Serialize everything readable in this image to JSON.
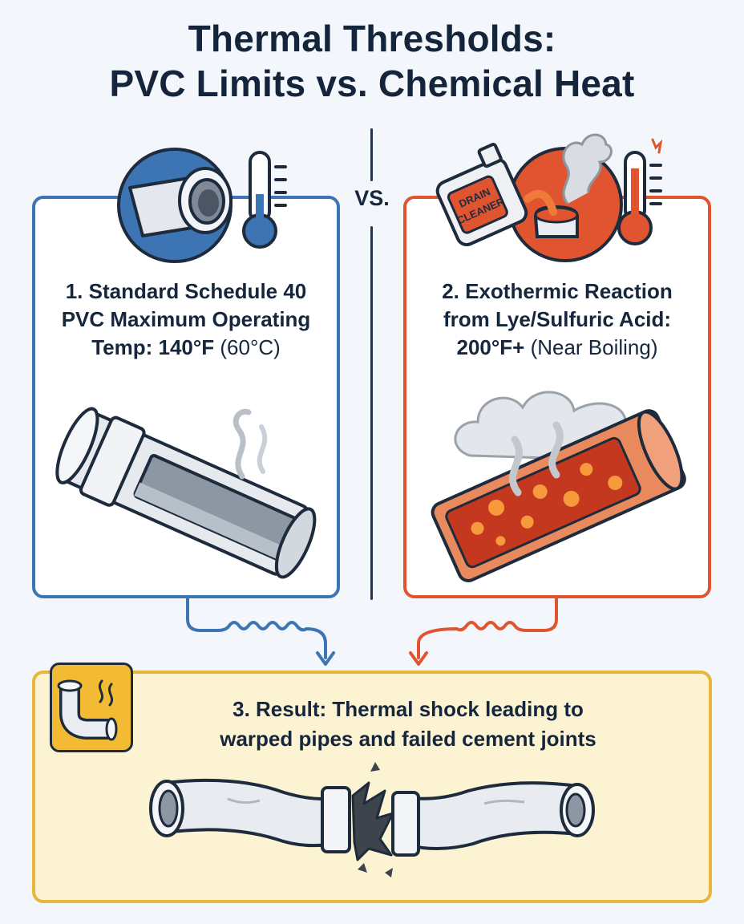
{
  "title": {
    "line1": "Thermal Thresholds:",
    "line2": "PVC Limits vs. Chemical Heat"
  },
  "vs_label": "VS.",
  "left_panel": {
    "line1": "1. Standard Schedule 40",
    "line2": "PVC Maximum Operating",
    "line3_bold": "Temp: 140°F",
    "line3_normal": "(60°C)"
  },
  "right_panel": {
    "line1": "2. Exothermic Reaction",
    "line2": "from Lye/Sulfuric Acid:",
    "line3_bold": "200°F+",
    "line3_normal": "(Near Boiling)",
    "bottle_label_line1": "DRAIN",
    "bottle_label_line2": "CLEANER"
  },
  "result_panel": {
    "line1": "3. Result: Thermal shock leading to",
    "line2": "warped pipes and failed cement joints"
  },
  "colors": {
    "cool_blue": "#3d74b3",
    "hot_orange": "#e0552f",
    "result_yellow": "#e8b63a",
    "badge_yellow": "#f2bb33",
    "text_navy": "#15263d"
  },
  "icons": [
    "pvc-pipe-end-icon",
    "thermometer-cool-icon",
    "drain-cleaner-bottle-icon",
    "thermometer-hot-icon",
    "steam-icon",
    "pvc-elbow-icon",
    "broken-pipe-icon"
  ]
}
